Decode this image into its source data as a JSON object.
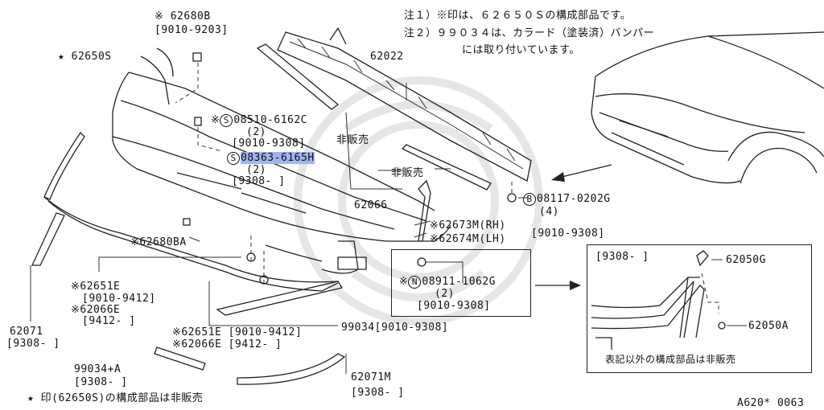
{
  "notes": {
    "note1": "注１）※印は、６２６５０Ｓの構成部品です。",
    "note2a": "注２）９９０３４は、カラード（塗装済）バンパー",
    "note2b": "には取り付いています。"
  },
  "parts": {
    "p62680b": "※ 62680B",
    "p62680b_range": "[9010-9203]",
    "p62650s": "★ 62650S",
    "p08510_code": "08510-6162C",
    "p08510_qty": "(2)",
    "p08510_range": "[9010-9308]",
    "p08363_code": "08363-6165H",
    "p08363_qty": "(2)",
    "p08363_range": "[9308-      ]",
    "p62022": "62022",
    "not_for_sale_1": "非販売",
    "not_for_sale_2": "非販売",
    "p62066": "62066",
    "p08117_code": "08117-0202G",
    "p08117_qty": "(4)",
    "p62673m": "※62673M(RH)",
    "p62674m": "※62674M(LH)",
    "p62674m_range": "[9010-9308]",
    "p62680ba": "※62680BA",
    "p08911_code": "08911-1062G",
    "p08911_qty": "(2)",
    "p08911_range": "[9010-9308]",
    "p62651e_a": "※62651E",
    "p62651e_a_range": "[9010-9412]",
    "p62066e_a": "※62066E",
    "p62066e_a_range": "[9412-      ]",
    "p62071": "62071",
    "p62071_range": "[9308-      ]",
    "p62651e_b": "※62651E [9010-9412]",
    "p62066e_b": "※62066E [9412-      ]",
    "p99034": "99034[9010-9308]",
    "p99034a": "99034+A",
    "p99034a_range": "[9308-      ]",
    "p62071m": "62071M",
    "p62071m_range": "[9308-      ]",
    "footer_note": "★ 印(62650S)の構成部品は非販売",
    "ref_code": "A620* 0063"
  },
  "symbols": {
    "asterisk": "※",
    "s_mark": "S",
    "b_mark": "B",
    "n_mark": "N"
  },
  "inset": {
    "range": "[9308-      ]",
    "p62050g": "62050G",
    "p62050a": "62050A",
    "caption": "表記以外の構成部品は非販売"
  }
}
